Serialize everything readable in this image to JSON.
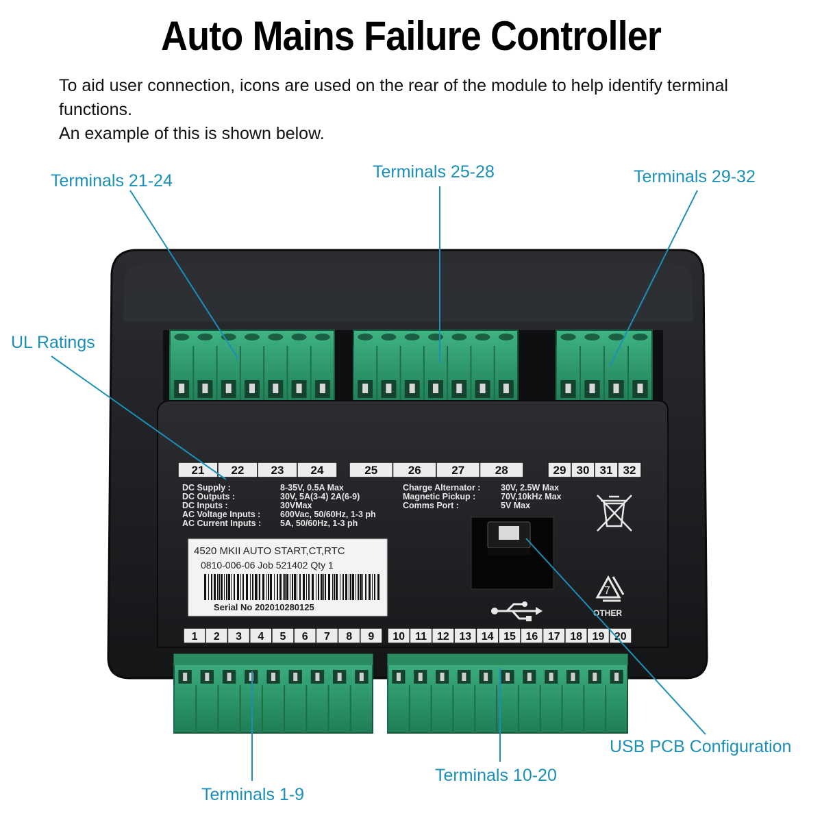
{
  "title": "Auto Mains Failure Controller",
  "intro": {
    "line1": "To aid user connection, icons are used on the rear of the module to help identify terminal functions.",
    "line2": "An example of this is shown below."
  },
  "callouts": {
    "t21_24": "Terminals 21-24",
    "t25_28": "Terminals 25-28",
    "t29_32": "Terminals 29-32",
    "ul": "UL Ratings",
    "usb": "USB PCB Configuration",
    "t1_9": "Terminals 1-9",
    "t10_20": "Terminals 10-20"
  },
  "terminals_top_a": [
    "21",
    "22",
    "23",
    "24"
  ],
  "terminals_top_b": [
    "25",
    "26",
    "27",
    "28"
  ],
  "terminals_top_c": [
    "29",
    "30",
    "31",
    "32"
  ],
  "terminals_bottom_a": [
    "1",
    "2",
    "3",
    "4",
    "5",
    "6",
    "7",
    "8",
    "9"
  ],
  "terminals_bottom_b": [
    "10",
    "11",
    "12",
    "13",
    "14",
    "15",
    "16",
    "17",
    "18",
    "19",
    "20"
  ],
  "ratings_left": [
    {
      "label": "DC Supply :",
      "value": "8-35V,  0.5A Max"
    },
    {
      "label": "DC Outputs :",
      "value": "30V, 5A(3-4) 2A(6-9)"
    },
    {
      "label": "DC Inputs :",
      "value": "30VMax"
    },
    {
      "label": "AC Voltage Inputs :",
      "value": "600Vac, 50/60Hz, 1-3 ph"
    },
    {
      "label": "AC Current Inputs :",
      "value": "5A, 50/60Hz, 1-3 ph"
    }
  ],
  "ratings_right": [
    {
      "label": "Charge Alternator :",
      "value": "30V, 2.5W Max"
    },
    {
      "label": "Magnetic Pickup :",
      "value": "70V,10kHz Max"
    },
    {
      "label": "Comms Port :",
      "value": "5V Max"
    }
  ],
  "sticker": {
    "line1": "4520 MKII AUTO START,CT,RTC",
    "line2": "0810-006-06 Job 521402 Qty 1",
    "serial": "Serial No  202010280125"
  },
  "recycle": {
    "number": "7",
    "label": "OTHER"
  },
  "colors": {
    "callout": "#1a8fb8",
    "terminal_green": "#2e9e6e",
    "body": "#1d1f22"
  }
}
